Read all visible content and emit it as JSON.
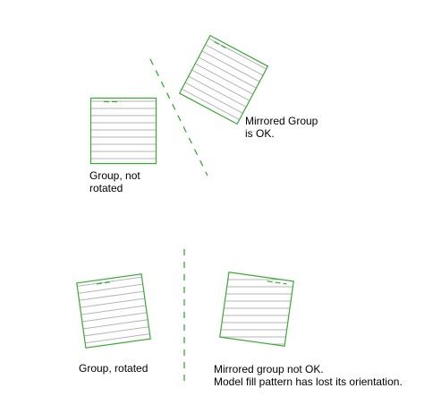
{
  "colors": {
    "outline": "#3aaa35",
    "hatch": "#b4b4b4",
    "mirror_line": "#3aaa35",
    "text": "#000000"
  },
  "captions": {
    "group_not_rotated": [
      "Group, not",
      "rotated"
    ],
    "mirrored_group_ok": [
      "Mirrored Group",
      "is OK."
    ],
    "group_rotated": [
      "Group, rotated"
    ],
    "mirrored_group_not_ok": [
      "Mirrored group not OK.",
      "Model fill pattern has lost its orientation."
    ]
  }
}
